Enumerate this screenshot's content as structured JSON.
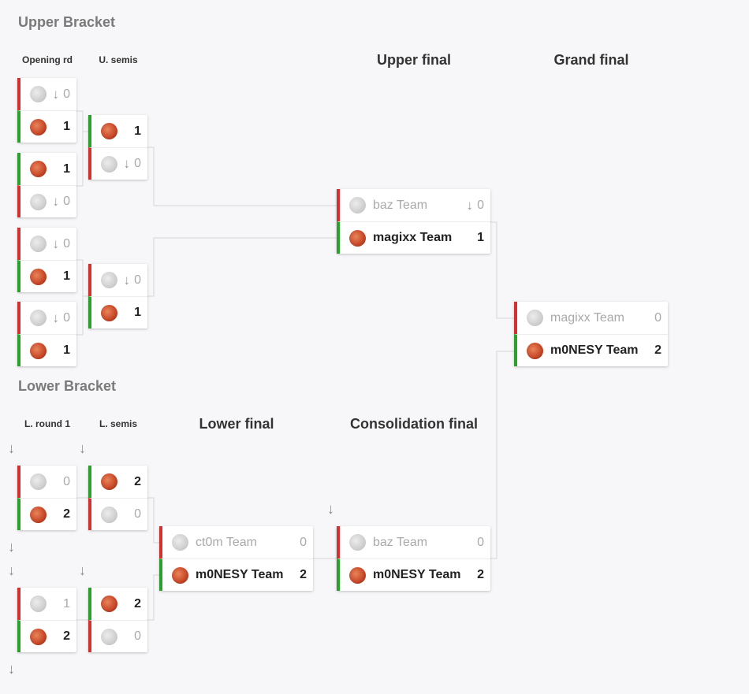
{
  "sections": {
    "upper_bracket": "Upper Bracket",
    "lower_bracket": "Lower Bracket"
  },
  "rounds": {
    "opening_rd": "Opening rd",
    "u_semis": "U. semis",
    "upper_final": "Upper final",
    "grand_final": "Grand final",
    "l_round1": "L. round 1",
    "l_semis": "L. semis",
    "lower_final": "Lower final",
    "consolidation_final": "Consolidation final"
  },
  "icons": {
    "drop_arrow": "arrow-down-icon"
  },
  "colors": {
    "win": "#2aa12a",
    "lose": "#d33030"
  },
  "matches": {
    "ub_r1_m1": {
      "top": {
        "name": "",
        "score": "0",
        "result": "lose",
        "dropped": true
      },
      "bottom": {
        "name": "",
        "score": "1",
        "result": "win",
        "dropped": false
      }
    },
    "ub_r1_m2": {
      "top": {
        "name": "",
        "score": "1",
        "result": "win",
        "dropped": false
      },
      "bottom": {
        "name": "",
        "score": "0",
        "result": "lose",
        "dropped": true
      }
    },
    "ub_r1_m3": {
      "top": {
        "name": "",
        "score": "0",
        "result": "lose",
        "dropped": true
      },
      "bottom": {
        "name": "",
        "score": "1",
        "result": "win",
        "dropped": false
      }
    },
    "ub_r1_m4": {
      "top": {
        "name": "",
        "score": "0",
        "result": "lose",
        "dropped": true
      },
      "bottom": {
        "name": "",
        "score": "1",
        "result": "win",
        "dropped": false
      }
    },
    "ub_sf_m1": {
      "top": {
        "name": "",
        "score": "1",
        "result": "win",
        "dropped": false
      },
      "bottom": {
        "name": "",
        "score": "0",
        "result": "lose",
        "dropped": true
      }
    },
    "ub_sf_m2": {
      "top": {
        "name": "",
        "score": "0",
        "result": "lose",
        "dropped": true
      },
      "bottom": {
        "name": "",
        "score": "1",
        "result": "win",
        "dropped": false
      }
    },
    "ub_final": {
      "top": {
        "name": "baz Team",
        "score": "0",
        "result": "lose",
        "dropped": true
      },
      "bottom": {
        "name": "magixx Team",
        "score": "1",
        "result": "win",
        "dropped": false
      }
    },
    "grand_final": {
      "top": {
        "name": "magixx Team",
        "score": "0",
        "result": "lose",
        "dropped": false
      },
      "bottom": {
        "name": "m0NESY Team",
        "score": "2",
        "result": "win",
        "dropped": false
      }
    },
    "lb_r1_m1": {
      "top": {
        "name": "",
        "score": "0",
        "result": "lose",
        "dropped": false
      },
      "bottom": {
        "name": "",
        "score": "2",
        "result": "win",
        "dropped": false
      }
    },
    "lb_r1_m2": {
      "top": {
        "name": "",
        "score": "1",
        "result": "lose",
        "dropped": false
      },
      "bottom": {
        "name": "",
        "score": "2",
        "result": "win",
        "dropped": false
      }
    },
    "lb_sf_m1": {
      "top": {
        "name": "",
        "score": "2",
        "result": "win",
        "dropped": false
      },
      "bottom": {
        "name": "",
        "score": "0",
        "result": "lose",
        "dropped": false
      }
    },
    "lb_sf_m2": {
      "top": {
        "name": "",
        "score": "2",
        "result": "win",
        "dropped": false
      },
      "bottom": {
        "name": "",
        "score": "0",
        "result": "lose",
        "dropped": false
      }
    },
    "lb_final": {
      "top": {
        "name": "ct0m Team",
        "score": "0",
        "result": "lose",
        "dropped": false
      },
      "bottom": {
        "name": "m0NESY Team",
        "score": "2",
        "result": "win",
        "dropped": false
      }
    },
    "consolation_final": {
      "top": {
        "name": "baz Team",
        "score": "0",
        "result": "lose",
        "dropped": false
      },
      "bottom": {
        "name": "m0NESY Team",
        "score": "2",
        "result": "win",
        "dropped": false
      }
    }
  }
}
